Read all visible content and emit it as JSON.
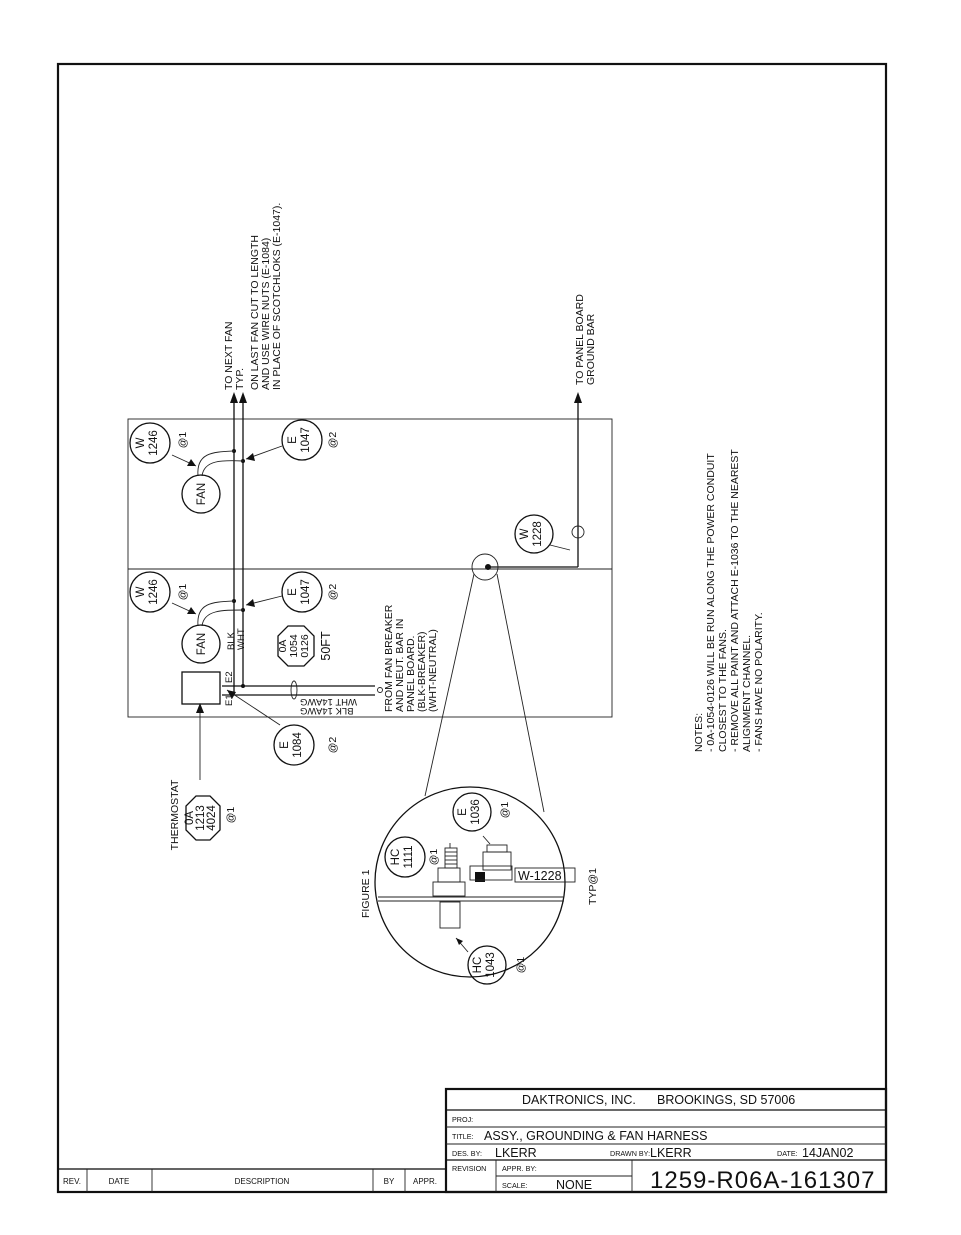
{
  "diagram": {
    "callouts": {
      "w1246_top": {
        "line1": "W",
        "line2": "1246",
        "qty": "@1"
      },
      "e1047_top": {
        "line1": "E",
        "line2": "1047",
        "qty": "@2"
      },
      "w1246_mid": {
        "line1": "W",
        "line2": "1246",
        "qty": "@1"
      },
      "e1047_mid": {
        "line1": "E",
        "line2": "1047",
        "qty": "@2"
      },
      "oa1054": {
        "line1": "0A",
        "line2": "1054",
        "line3": "0126",
        "qty": "50FT"
      },
      "e1084": {
        "line1": "E",
        "line2": "1084",
        "qty": "@2"
      },
      "w1228": {
        "line1": "W",
        "line2": "1228"
      },
      "thermostat": {
        "label": "THERMOSTAT",
        "line1": "0A",
        "line2": "1213",
        "line3": "4024",
        "qty": "@1"
      },
      "e1036": {
        "line1": "E",
        "line2": "1036",
        "qty": "@1"
      },
      "hc1111": {
        "line1": "HC",
        "line2": "1111",
        "qty": "@1"
      },
      "hc1043": {
        "line1": "HC",
        "line2": "1043",
        "qty": "@1"
      }
    },
    "fan_top": "FAN",
    "fan_mid": "FAN",
    "wire_blk": "BLK",
    "wire_wht": "WHT",
    "terminal_e1": "E1",
    "terminal_e2": "E2",
    "wire_wht_label": "WHT 14AWG",
    "wire_blk_label": "BLK 14AWG",
    "source_note": [
      "FROM FAN BREAKER",
      "AND NEUT. BAR IN",
      "PANEL BOARD.",
      "(BLK-BREAKER)",
      "(WHT-NEUTRAL)"
    ],
    "next_fan_note": [
      "TO NEXT FAN",
      "TYP.",
      "ON LAST FAN CUT TO LENGTH",
      "AND USE WIRE NUTS (E-1084)",
      "IN PLACE OF SCOTCHLOKS (E-1047)."
    ],
    "ground_note": [
      "TO PANEL BOARD",
      "GROUND BAR"
    ],
    "figure_label": "FIGURE 1",
    "detail_typ": "TYP@1",
    "detail_w1228": "W-1228",
    "notes": [
      "NOTES:",
      "- 0A-1054-0126 WILL BE RUN ALONG THE POWER CONDUIT",
      "  CLOSEST TO THE FANS.",
      "- REMOVE ALL PAINT AND ATTACH E-1036 TO THE NEAREST",
      "  ALIGNMENT CHANNEL.",
      "- FANS HAVE NO POLARITY."
    ]
  },
  "title_block": {
    "company": "DAKTRONICS, INC.",
    "location": "BROOKINGS, SD 57006",
    "proj_label": "PROJ:",
    "title_label": "TITLE:",
    "title_value": "ASSY., GROUNDING & FAN HARNESS",
    "des_label": "DES. BY:",
    "des_value": "LKERR",
    "drawn_label": "DRAWN BY:",
    "drawn_value": "LKERR",
    "date_label": "DATE:",
    "date_value": "14JAN02",
    "revision_label": "REVISION",
    "appr_label": "APPR. BY:",
    "scale_label": "SCALE:",
    "scale_value": "NONE",
    "drawing_number": "1259-R06A-161307"
  },
  "revision_block": {
    "rev": "REV.",
    "date": "DATE",
    "description": "DESCRIPTION",
    "by": "BY",
    "appr": "APPR."
  }
}
